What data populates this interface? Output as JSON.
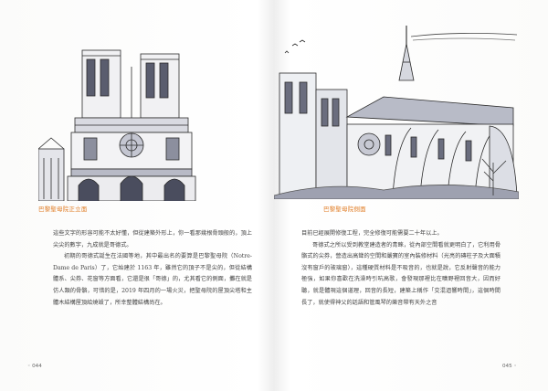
{
  "left": {
    "caption": "巴黎聖母院正立面",
    "paragraphs": [
      "這些文字的形容可能不太好懂，但從建築外形上，你一看那幾根骨頭般的，頂上尖尖的數字，九成就是哥德式。",
      "初期的哥德式誕生在法國等地，其中最出名的要算是巴黎聖母院（Notre-Dame de Paris）了，它始建於 1163 年，雖然它的頂子不是尖的，但從結構體系、尖券、花窗等方面看，它還是很「哥德」的，尤其看它的側面，攤在就是仿人類的骨骼，可惜的是，2019 年四月的一場火災，把聖母院的屋頂尖塔和主體木結構屋頂給燒毀了，所幸整體結構尚在。"
    ],
    "folio": "◦ 044"
  },
  "right": {
    "caption": "巴黎聖母院側面",
    "paragraphs": [
      "目前已經展開修復工程，完全修復可能需要二十年以上。",
      "哥德式之所以受到教堂建造者的青睞，從內部空間看就更明白了，它利用骨骼式的尖券，營造出高聳的空間和嚴寶的室內裝修材料（光亮的磚柱子及大面積沒有窗戶的玻璃窗），這種硬質材料是不吸音的，也就是說，它反射聲音的能力極強，如果你喜歡在洗澡時引吭高歌，會發現那裡比在曠野裡回音大，因而好聽，就是體現這個道理，回音的長短，建築上稱作「交混迴響時間」，這個時間長了，就使得神父的話語和管風琴的樂音帶有天外之音"
    ],
    "folio": "045 ◦"
  },
  "colors": {
    "caption": "#e07b23",
    "ink": "#2b2b2b",
    "wash": "#8c8f9e"
  }
}
